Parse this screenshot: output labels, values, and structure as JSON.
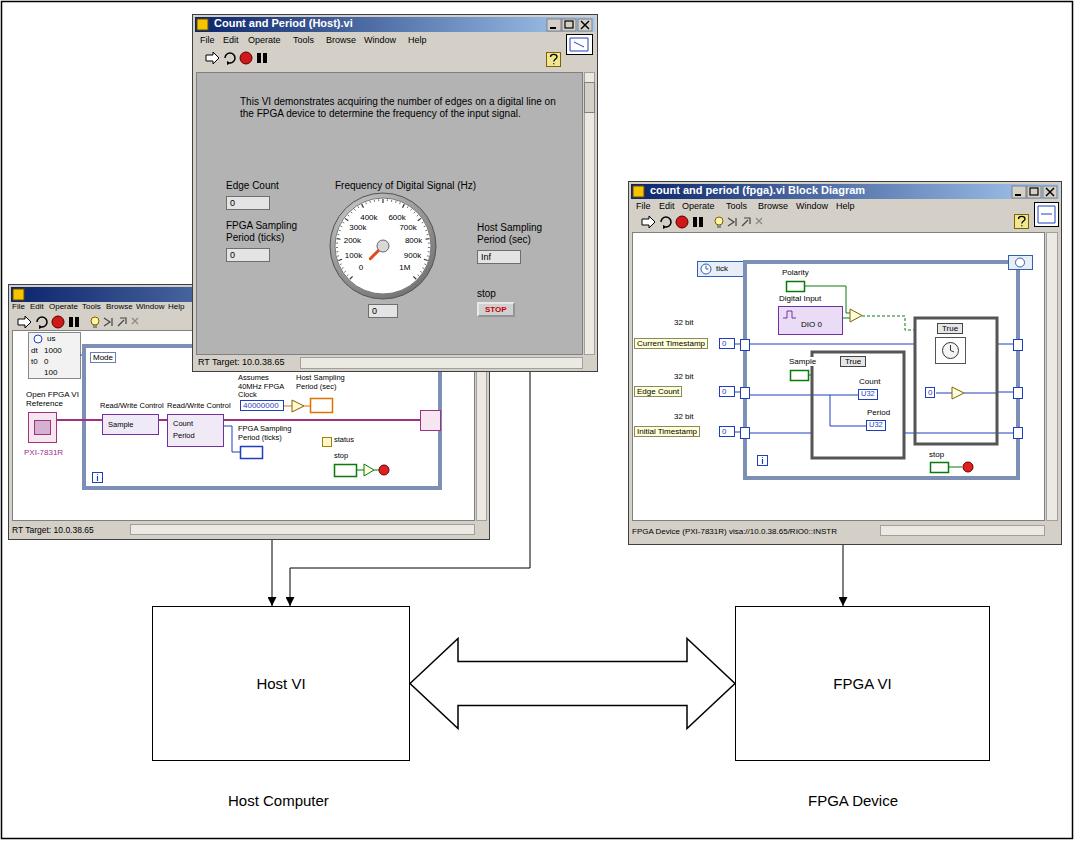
{
  "diagram": {
    "nodes": [
      {
        "text": [
          "Count and Period (Host).vi"
        ]
      },
      {
        "text": [
          "RT Target: 10.0.38.65"
        ]
      },
      {
        "text": [
          "count and period (fpga).vi Block Diagram"
        ]
      },
      {
        "text": [
          "Host VI"
        ]
      },
      {
        "text": [
          "FPGA VI"
        ]
      }
    ],
    "edges": [
      {
        "from": 1,
        "to": 3,
        "arrow": "to"
      },
      {
        "from": 0,
        "to": 3,
        "arrow": "to"
      },
      {
        "from": 2,
        "to": 4,
        "arrow": "to"
      },
      {
        "from": 3,
        "to": 4,
        "arrow": "both"
      }
    ],
    "labels": [
      "File",
      "Edit",
      "Operate",
      "Tools",
      "Browse",
      "Window",
      "Help",
      "This VI demonstrates acquiring the number of edges on a digital line on the FPGA device to determine the frequency of the input signal.",
      "Edge Count",
      "0",
      "FPGA Sampling Period (ticks)",
      "0",
      "Frequency of Digital Signal (Hz)",
      "0",
      "100k",
      "200k",
      "300k",
      "400k",
      "600k",
      "700k",
      "800k",
      "900k",
      "1M",
      "0",
      "Host Sampling Period (sec)",
      "Inf",
      "stop",
      "STOP",
      "RT Target: 10.0.38.65",
      "File",
      "Edit",
      "Operate",
      "Tools",
      "Browse",
      "Window",
      "Help",
      "us",
      "dt",
      "1000",
      "t0",
      "0",
      "100",
      "Mode",
      "Open FPGA VI Reference",
      "PXI-7831R",
      "Read/Write Control",
      "Sample",
      "Read/Write Control",
      "Count",
      "Period",
      "Assumes 40MHz FPGA Clock",
      "40000000",
      "Host Sampling Period (sec)",
      "FPGA Sampling Period (ticks)",
      "status",
      "stop",
      "File",
      "Edit",
      "Operate",
      "Tools",
      "Browse",
      "Window",
      "Help",
      "tick",
      "Polarity",
      "Digital Input",
      "DIO 0",
      "32 bit",
      "Current Timestamp",
      "0",
      "32 bit",
      "Edge Count",
      "0",
      "32 bit",
      "Initial Timestamp",
      "0",
      "Sample",
      "True",
      "Count",
      "U32",
      "Period",
      "U32",
      "True",
      "0",
      "stop",
      "FPGA Device (PXI-7831R) visa://10.0.38.65/RIO0::INSTR",
      "Host Computer",
      "FPGA Device"
    ]
  }
}
